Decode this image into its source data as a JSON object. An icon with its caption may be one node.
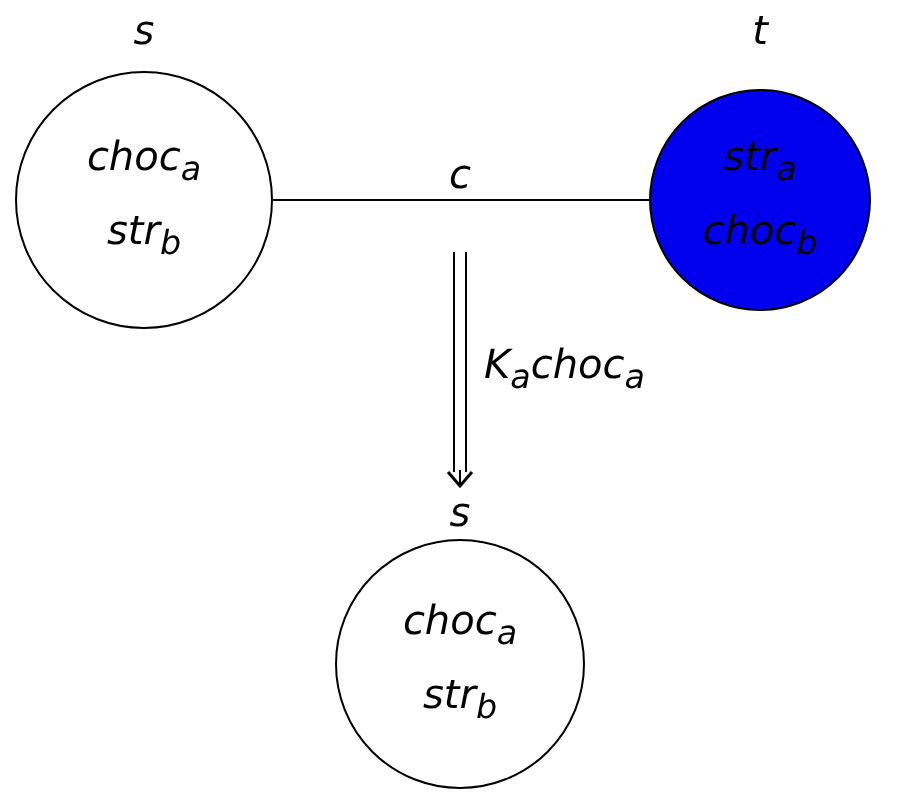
{
  "diagram": {
    "nodes": [
      {
        "text": [
          "s",
          "choc$_{a}$ str$_{b}$"
        ]
      },
      {
        "text": [
          "t",
          "str$_{a}$ choc$_{b}$"
        ]
      },
      {
        "text": [
          "s",
          "choc$_{a}$ str$_{b}$"
        ]
      }
    ],
    "edges": [
      {
        "from": 0,
        "to": 1,
        "arrow": "none",
        "label": "c"
      },
      {
        "from": null,
        "to": 2,
        "arrow": "to",
        "label": "K$_{a}$choc$_{a}$"
      }
    ]
  }
}
